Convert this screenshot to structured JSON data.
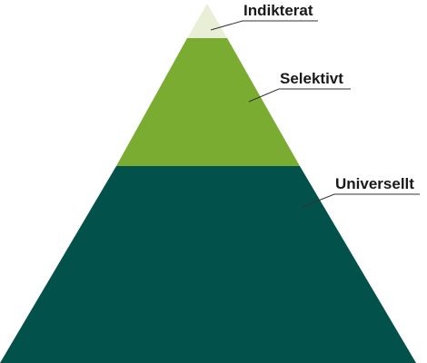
{
  "pyramid": {
    "levels": [
      {
        "label": "Indikterat",
        "color": "#e8efd6"
      },
      {
        "label": "Selektivt",
        "color": "#7aac32"
      },
      {
        "label": "Universellt",
        "color": "#03514b"
      }
    ]
  }
}
